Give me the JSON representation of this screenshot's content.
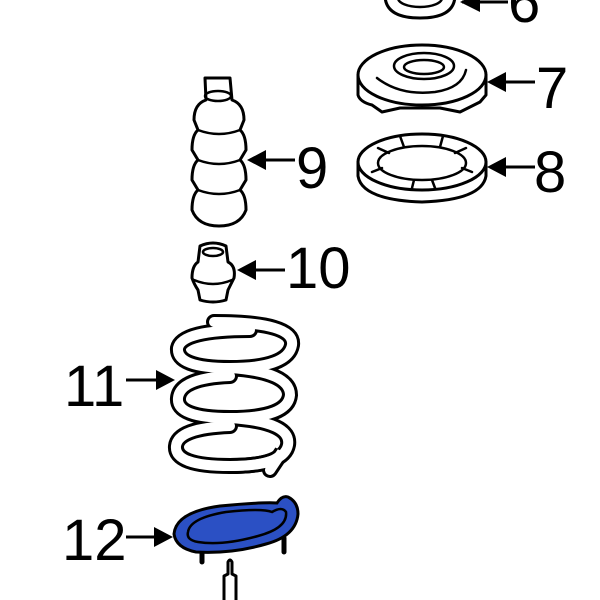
{
  "diagram": {
    "highlight_color": "#2b50c4",
    "callouts": [
      {
        "id": "part-6",
        "label": "6"
      },
      {
        "id": "part-7",
        "label": "7"
      },
      {
        "id": "part-8",
        "label": "8"
      },
      {
        "id": "part-9",
        "label": "9"
      },
      {
        "id": "part-10",
        "label": "10"
      },
      {
        "id": "part-11",
        "label": "11"
      },
      {
        "id": "part-12",
        "label": "12",
        "highlighted": true
      }
    ]
  }
}
